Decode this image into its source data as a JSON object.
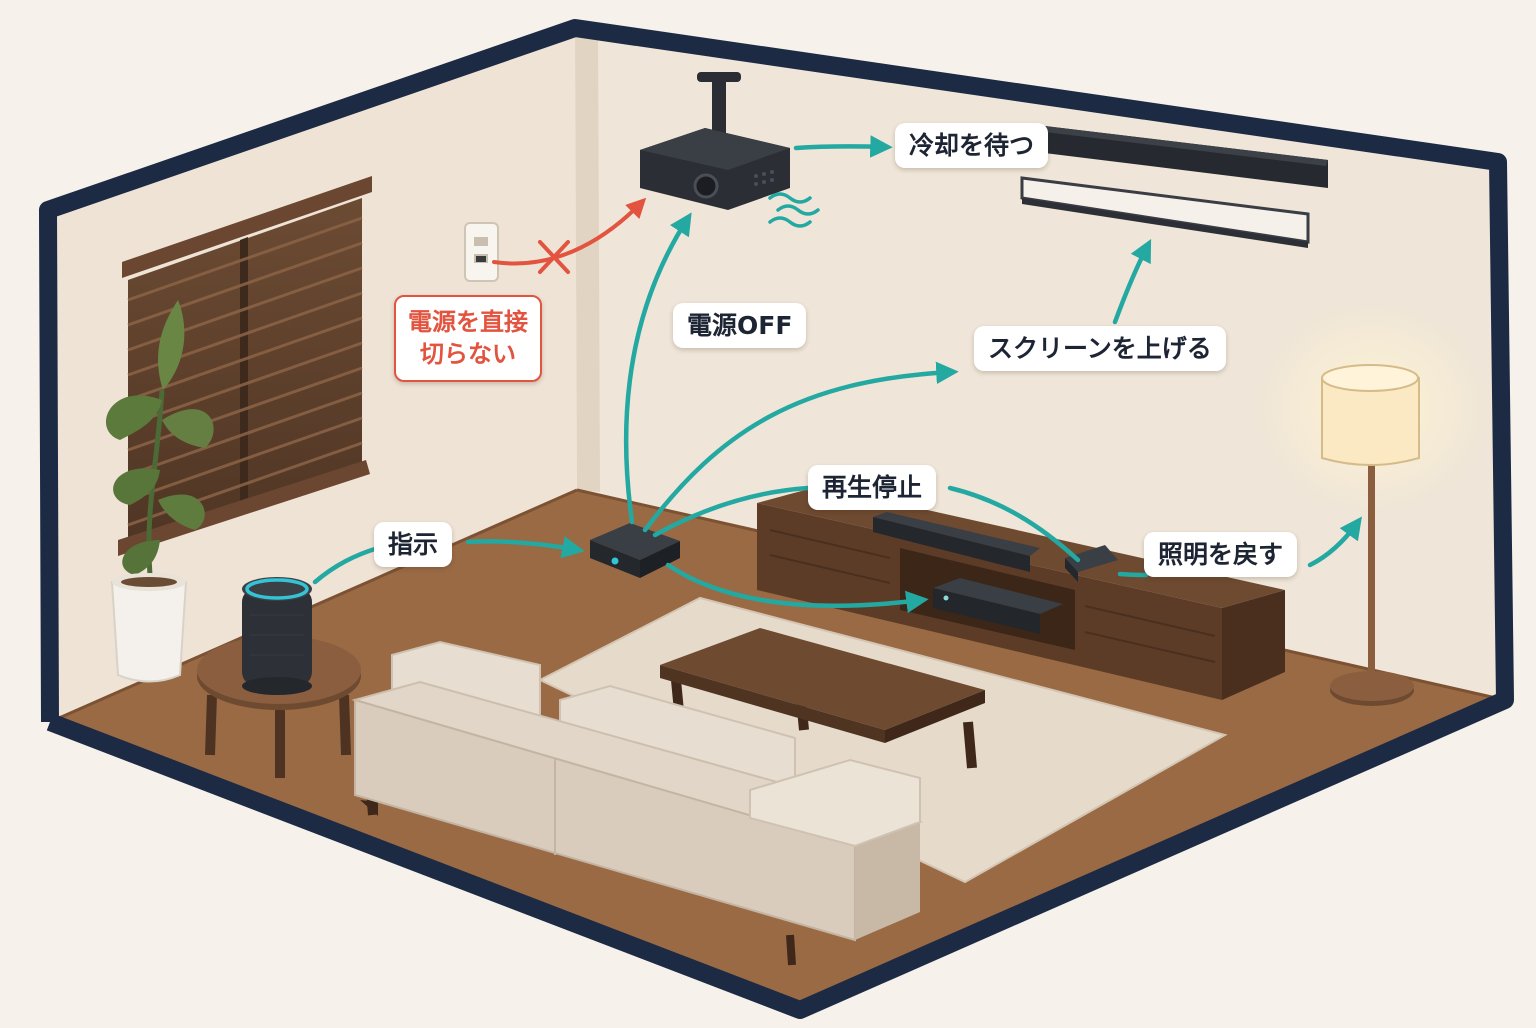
{
  "labels": {
    "instruct": "指示",
    "power_off": "電源OFF",
    "no_direct_cut_line1": "電源を直接",
    "no_direct_cut_line2": "切らない",
    "wait_cool": "冷却を待つ",
    "raise_screen": "スクリーンを上げる",
    "stop_playback": "再生停止",
    "restore_light": "照明を戻す"
  },
  "colors": {
    "flow_arrow": "#23a8a2",
    "warning": "#e2543f",
    "room_outline": "#1c2a44",
    "wall": "#eee2d3",
    "floor": "#9a6a45",
    "label_text": "#1d2433"
  },
  "icons": {
    "smart_speaker": "smart-speaker-icon",
    "hub": "smart-hub-icon",
    "projector": "projector-icon",
    "screen": "projector-screen-icon",
    "outlet": "wall-outlet-icon",
    "forbidden": "cross-mark-icon",
    "lamp": "floor-lamp-icon",
    "soundbar": "soundbar-icon",
    "player": "media-player-icon"
  }
}
